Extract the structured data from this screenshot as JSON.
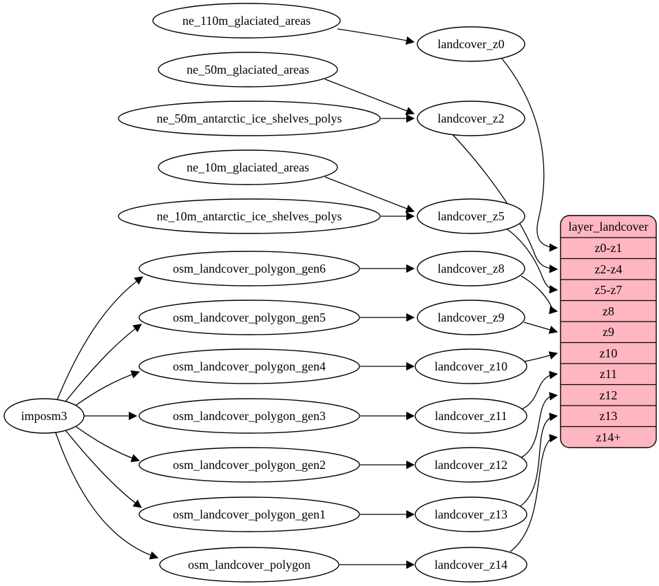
{
  "diagram_type": "dependency-graph",
  "colors": {
    "background": "#ffffff",
    "node_fill": "#ffffff",
    "node_stroke": "#000000",
    "edge_color": "#000000",
    "table_fill": "#ffb6c1",
    "text_color": "#000000"
  },
  "nodes": {
    "imposm3": "imposm3",
    "ne_110m_glaciated_areas": "ne_110m_glaciated_areas",
    "ne_50m_glaciated_areas": "ne_50m_glaciated_areas",
    "ne_50m_antarctic_ice_shelves_polys": "ne_50m_antarctic_ice_shelves_polys",
    "ne_10m_glaciated_areas": "ne_10m_glaciated_areas",
    "ne_10m_antarctic_ice_shelves_polys": "ne_10m_antarctic_ice_shelves_polys",
    "osm_landcover_polygon_gen6": "osm_landcover_polygon_gen6",
    "osm_landcover_polygon_gen5": "osm_landcover_polygon_gen5",
    "osm_landcover_polygon_gen4": "osm_landcover_polygon_gen4",
    "osm_landcover_polygon_gen3": "osm_landcover_polygon_gen3",
    "osm_landcover_polygon_gen2": "osm_landcover_polygon_gen2",
    "osm_landcover_polygon_gen1": "osm_landcover_polygon_gen1",
    "osm_landcover_polygon": "osm_landcover_polygon",
    "landcover_z0": "landcover_z0",
    "landcover_z2": "landcover_z2",
    "landcover_z5": "landcover_z5",
    "landcover_z8": "landcover_z8",
    "landcover_z9": "landcover_z9",
    "landcover_z10": "landcover_z10",
    "landcover_z11": "landcover_z11",
    "landcover_z12": "landcover_z12",
    "landcover_z13": "landcover_z13",
    "landcover_z14": "landcover_z14"
  },
  "table": {
    "title": "layer_landcover",
    "rows": [
      "z0-z1",
      "z2-z4",
      "z5-z7",
      "z8",
      "z9",
      "z10",
      "z11",
      "z12",
      "z13",
      "z14+"
    ]
  },
  "edges": [
    {
      "from": "ne_110m_glaciated_areas",
      "to": "landcover_z0"
    },
    {
      "from": "ne_50m_glaciated_areas",
      "to": "landcover_z2"
    },
    {
      "from": "ne_50m_antarctic_ice_shelves_polys",
      "to": "landcover_z2"
    },
    {
      "from": "ne_10m_glaciated_areas",
      "to": "landcover_z5"
    },
    {
      "from": "ne_10m_antarctic_ice_shelves_polys",
      "to": "landcover_z5"
    },
    {
      "from": "imposm3",
      "to": "osm_landcover_polygon_gen6"
    },
    {
      "from": "imposm3",
      "to": "osm_landcover_polygon_gen5"
    },
    {
      "from": "imposm3",
      "to": "osm_landcover_polygon_gen4"
    },
    {
      "from": "imposm3",
      "to": "osm_landcover_polygon_gen3"
    },
    {
      "from": "imposm3",
      "to": "osm_landcover_polygon_gen2"
    },
    {
      "from": "imposm3",
      "to": "osm_landcover_polygon_gen1"
    },
    {
      "from": "imposm3",
      "to": "osm_landcover_polygon"
    },
    {
      "from": "osm_landcover_polygon_gen6",
      "to": "landcover_z8"
    },
    {
      "from": "osm_landcover_polygon_gen5",
      "to": "landcover_z9"
    },
    {
      "from": "osm_landcover_polygon_gen4",
      "to": "landcover_z10"
    },
    {
      "from": "osm_landcover_polygon_gen3",
      "to": "landcover_z11"
    },
    {
      "from": "osm_landcover_polygon_gen2",
      "to": "landcover_z12"
    },
    {
      "from": "osm_landcover_polygon_gen1",
      "to": "landcover_z13"
    },
    {
      "from": "osm_landcover_polygon",
      "to": "landcover_z14"
    },
    {
      "from": "landcover_z0",
      "to": "layer_landcover row z0-z1"
    },
    {
      "from": "landcover_z2",
      "to": "layer_landcover row z2-z4"
    },
    {
      "from": "landcover_z5",
      "to": "layer_landcover row z5-z7"
    },
    {
      "from": "landcover_z8",
      "to": "layer_landcover row z8"
    },
    {
      "from": "landcover_z9",
      "to": "layer_landcover row z9"
    },
    {
      "from": "landcover_z10",
      "to": "layer_landcover row z10"
    },
    {
      "from": "landcover_z11",
      "to": "layer_landcover row z11"
    },
    {
      "from": "landcover_z12",
      "to": "layer_landcover row z12"
    },
    {
      "from": "landcover_z13",
      "to": "layer_landcover row z13"
    },
    {
      "from": "landcover_z14",
      "to": "layer_landcover row z14+"
    }
  ]
}
